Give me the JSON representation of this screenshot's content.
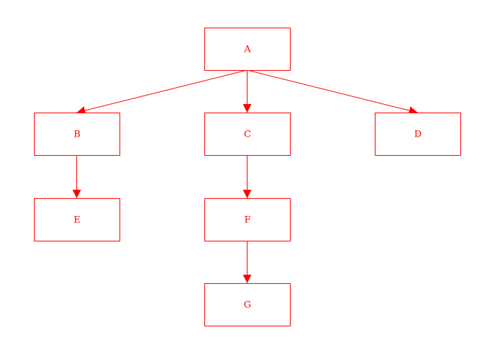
{
  "diagram": {
    "type": "tree",
    "color": "#ff0000",
    "nodes": [
      {
        "id": "A",
        "label": "A"
      },
      {
        "id": "B",
        "label": "B"
      },
      {
        "id": "C",
        "label": "C"
      },
      {
        "id": "D",
        "label": "D"
      },
      {
        "id": "E",
        "label": "E"
      },
      {
        "id": "F",
        "label": "F"
      },
      {
        "id": "G",
        "label": "G"
      }
    ],
    "edges": [
      {
        "from": "A",
        "to": "B"
      },
      {
        "from": "A",
        "to": "C"
      },
      {
        "from": "A",
        "to": "D"
      },
      {
        "from": "B",
        "to": "E"
      },
      {
        "from": "C",
        "to": "F"
      },
      {
        "from": "F",
        "to": "G"
      }
    ]
  }
}
